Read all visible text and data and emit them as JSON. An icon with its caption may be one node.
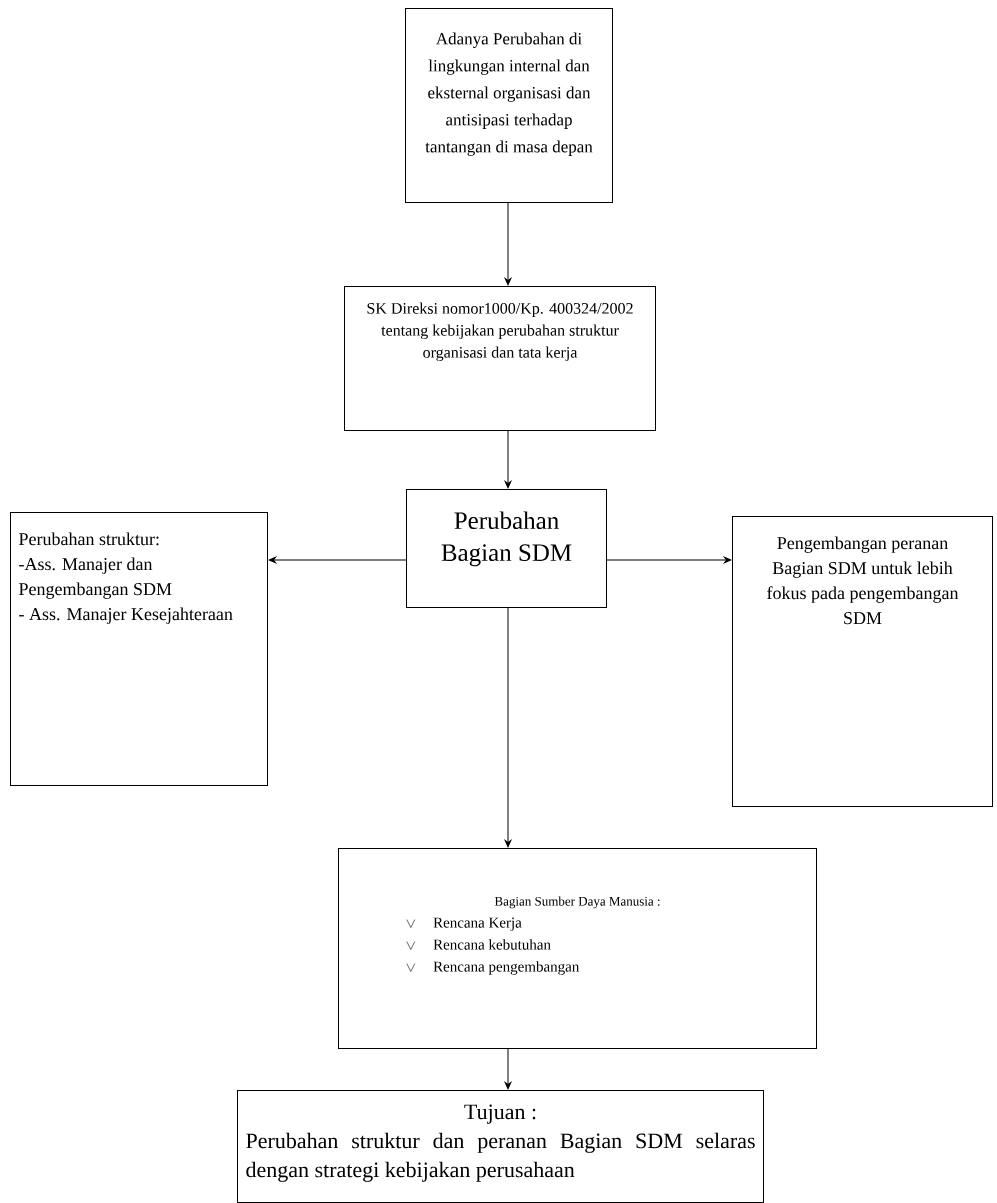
{
  "diagram": {
    "nodes": [
      {
        "text": [
          "Adanya Perubahan di lingkungan internal dan eksternal organisasi dan antisipasi terhadap tantangan di masa depan"
        ]
      },
      {
        "text": [
          "SK Direksi nomor1000/Kp. 400324/2002 tentang kebijakan perubahan struktur organisasi dan tata kerja"
        ]
      },
      {
        "text": [
          "Perubahan Bagian SDM"
        ]
      },
      {
        "text": [
          "Perubahan struktur:",
          "-Ass. Manajer dan Pengembangan SDM",
          "- Ass. Manajer Kesejahteraan"
        ]
      },
      {
        "text": [
          "Pengembangan peranan Bagian SDM untuk lebih fokus pada pengembangan SDM"
        ]
      },
      {
        "text": [
          "Bagian Sumber Daya Manusia :",
          "Rencana Kerja",
          "Rencana kebutuhan",
          "Rencana pengembangan"
        ]
      },
      {
        "text": [
          "Tujuan :",
          "Perubahan struktur dan peranan Bagian SDM selaras dengan strategi kebijakan perusahaan"
        ]
      }
    ],
    "edges": [
      {
        "from": 0,
        "to": 1,
        "arrow": "to"
      },
      {
        "from": 1,
        "to": 2,
        "arrow": "to"
      },
      {
        "from": 2,
        "to": 3,
        "arrow": "to"
      },
      {
        "from": 2,
        "to": 4,
        "arrow": "to"
      },
      {
        "from": 2,
        "to": 5,
        "arrow": "to"
      },
      {
        "from": 5,
        "to": 6,
        "arrow": "to"
      }
    ]
  }
}
